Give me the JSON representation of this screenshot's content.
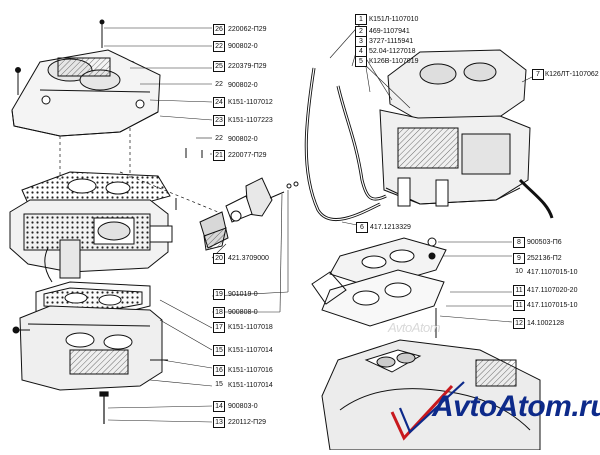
{
  "colors": {
    "ink": "#111111",
    "watermark_text": "#0d2a8a",
    "watermark_check": "#c8191e",
    "paper": "#ffffff"
  },
  "left_callouts": [
    {
      "num": "26",
      "code": "220062-П29",
      "boxed": true
    },
    {
      "num": "22",
      "code": "900802-0",
      "boxed": true
    },
    {
      "num": "25",
      "code": "220379-П29",
      "boxed": true
    },
    {
      "num": "22",
      "code": "900802-0",
      "boxed": false
    },
    {
      "num": "24",
      "code": "К151-1107012",
      "boxed": true
    },
    {
      "num": "23",
      "code": "К151-1107223",
      "boxed": true
    },
    {
      "num": "22",
      "code": "900802-0",
      "boxed": false
    },
    {
      "num": "21",
      "code": "220077-П29",
      "boxed": true
    },
    {
      "num": "20",
      "code": "421.3709000",
      "boxed": true
    },
    {
      "num": "19",
      "code": "901019-0",
      "boxed": true
    },
    {
      "num": "18",
      "code": "900808-0",
      "boxed": true
    },
    {
      "num": "17",
      "code": "К151-1107018",
      "boxed": true
    },
    {
      "num": "15",
      "code": "К151-1107014",
      "boxed": true
    },
    {
      "num": "16",
      "code": "К151-1107016",
      "boxed": true
    },
    {
      "num": "15",
      "code": "К151-1107014",
      "boxed": false
    },
    {
      "num": "14",
      "code": "900803-0",
      "boxed": true
    },
    {
      "num": "13",
      "code": "220112-П29",
      "boxed": true
    }
  ],
  "top_right_callouts": [
    {
      "num": "1",
      "code": "К151Л-1107010",
      "boxed": true
    },
    {
      "num": "2",
      "code": "469-1107941",
      "boxed": true
    },
    {
      "num": "3",
      "code": "3727-1115941",
      "boxed": true
    },
    {
      "num": "4",
      "code": "52.04-1127018",
      "boxed": true
    },
    {
      "num": "5",
      "code": "К126В-1107019",
      "boxed": true
    }
  ],
  "right_callouts": [
    {
      "num": "7",
      "code": "К126ЛТ-1107062",
      "boxed": true
    },
    {
      "num": "6",
      "code": "417.1213329",
      "boxed": true
    },
    {
      "num": "8",
      "code": "900503-П6",
      "boxed": true
    },
    {
      "num": "9",
      "code": "252136-П2",
      "boxed": true
    },
    {
      "num": "10",
      "code": "417.1107015-10",
      "boxed": false
    },
    {
      "num": "11",
      "code": "417.1107020-20",
      "boxed": true
    },
    {
      "num": "11",
      "code": "417.1107015-10",
      "boxed": true
    },
    {
      "num": "12",
      "code": "14.1002128",
      "boxed": true
    }
  ],
  "watermark": {
    "text": "AvtoAtom.ru",
    "faint": "AvtoAtom"
  }
}
